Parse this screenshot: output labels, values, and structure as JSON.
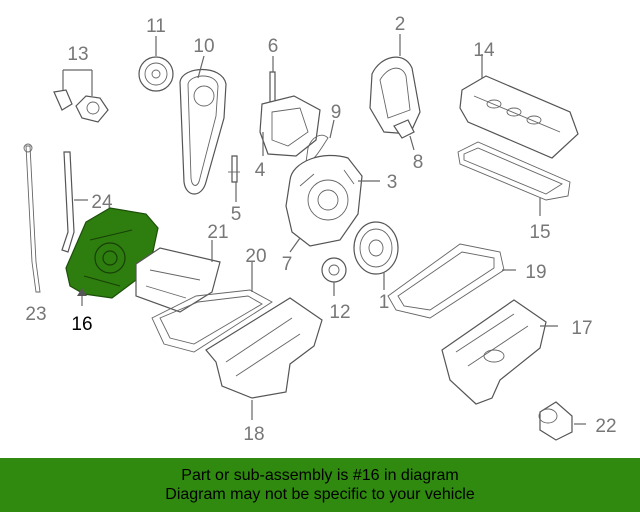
{
  "callouts": {
    "c1": "1",
    "c2": "2",
    "c3": "3",
    "c4": "4",
    "c5": "5",
    "c6": "6",
    "c7": "7",
    "c8": "8",
    "c9": "9",
    "c10": "10",
    "c11": "11",
    "c12": "12",
    "c13": "13",
    "c14": "14",
    "c15": "15",
    "c16": "16",
    "c17": "17",
    "c18": "18",
    "c19": "19",
    "c20": "20",
    "c21": "21",
    "c22": "22",
    "c23": "23",
    "c24": "24"
  },
  "highlighted_part": "16",
  "banner": {
    "line1": "Part or sub-assembly is #16 in diagram",
    "line2": "Diagram may not be specific to your vehicle"
  },
  "colors": {
    "banner_bg": "#2f8a0f",
    "banner_text": "#000000",
    "highlight_fill": "#2e7d0f",
    "line": "#555555",
    "label": "#777777"
  }
}
